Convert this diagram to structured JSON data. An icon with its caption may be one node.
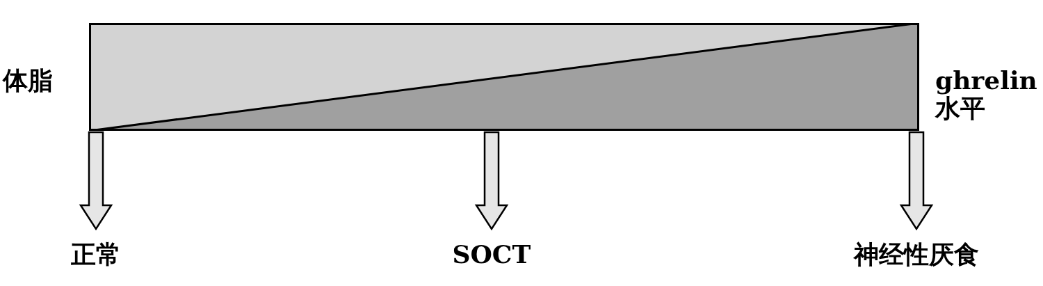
{
  "diagram": {
    "nodes": [
      {
        "text": [],
        "shape": "bar"
      },
      {
        "text": [
          "正常"
        ]
      },
      {
        "text": [
          "SOCT"
        ]
      },
      {
        "text": [
          "神经性厌食"
        ]
      }
    ],
    "edges": [
      {
        "from": 0,
        "to": 1,
        "arrow": "to"
      },
      {
        "from": 0,
        "to": 2,
        "arrow": "to"
      },
      {
        "from": 0,
        "to": 3,
        "arrow": "to"
      }
    ],
    "labels": [
      "体脂",
      "ghrelin 水平"
    ]
  }
}
